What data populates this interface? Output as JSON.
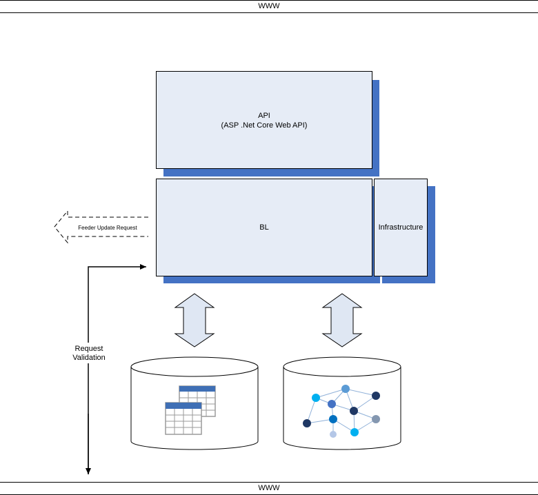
{
  "top_band": {
    "label": "WWW"
  },
  "bottom_band": {
    "label": "WWW"
  },
  "api_box": {
    "line1": "API",
    "line2": "(ASP .Net Core Web API)"
  },
  "bl_box": {
    "label": "BL"
  },
  "infra_box": {
    "label": "Infrastructure"
  },
  "feeder_arrow": {
    "label": "Feeder Update Request"
  },
  "validation_arrow": {
    "line1": "Request",
    "line2": "Validation"
  },
  "colors": {
    "box_fill": "#e6ecf6",
    "box_shadow": "#4472c4",
    "db_arrow_fill": "#dfe7f3",
    "table_header": "#3f6fb5",
    "table_grid": "#9a9a9a",
    "node_cyan": "#00b0f0",
    "node_navy": "#1f3864",
    "node_blue": "#2e75b6",
    "node_light": "#b4c7e7",
    "node_gray": "#8497b0"
  },
  "icons": {
    "relational_db": "table-stack-icon",
    "graph_db": "network-graph-icon"
  }
}
